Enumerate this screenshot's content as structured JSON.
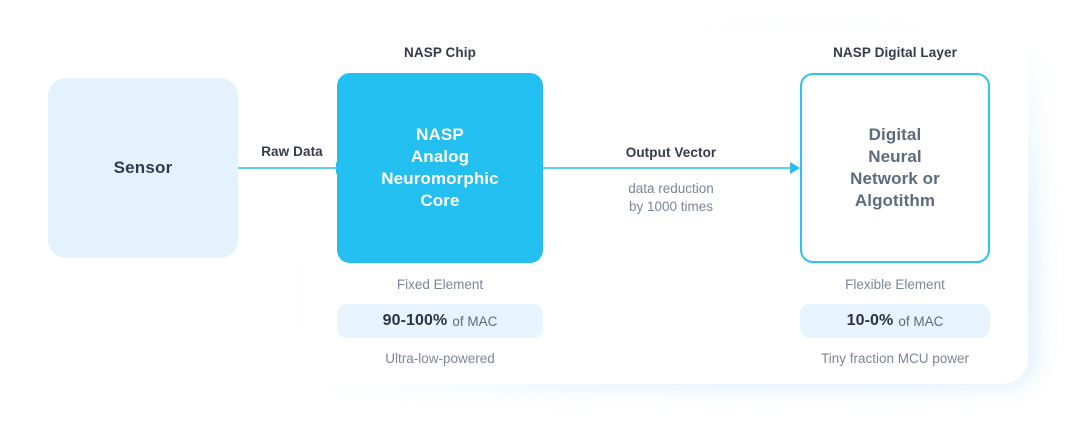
{
  "diagram": {
    "sensor": {
      "label": "Sensor"
    },
    "connectors": {
      "raw_data": {
        "caption": "Raw Data",
        "arrow_icon": "arrow-right-icon"
      },
      "output_vector": {
        "caption": "Output Vector",
        "subcaption": "data reduction\nby 1000 times",
        "subcaption_line1": "data reduction",
        "subcaption_line2": "by 1000 times",
        "arrow_icon": "arrow-right-icon"
      }
    },
    "columns": [
      {
        "title": "NASP Chip",
        "box_text": "NASP\nAnalog\nNeuromorphic\nCore",
        "box_lines": [
          "NASP",
          "Analog",
          "Neuromorphic",
          "Core"
        ],
        "element_caption": "Fixed Element",
        "badge_percent": "90-100%",
        "badge_unit": "of MAC",
        "foot_caption": "Ultra-low-powered"
      },
      {
        "title": "NASP Digital Layer",
        "box_text": "Digital\nNeural\nNetwork or\nAlgotithm",
        "box_lines": [
          "Digital",
          "Neural",
          "Network or",
          "Algotithm"
        ],
        "element_caption": "Flexible Element",
        "badge_percent": "10-0%",
        "badge_unit": "of MAC",
        "foot_caption": "Tiny fraction MCU power"
      }
    ]
  },
  "colors": {
    "cyan": "#22bff0",
    "cyan_border": "#2bc3f2",
    "line": "#5ecff2",
    "sensor_fill": "#e3f2fc",
    "badge_fill": "#e7f3fd",
    "dark_text": "#333a4d",
    "muted_text": "#7b8697",
    "digital_text": "#5d6b7e",
    "panel_bg": "#ffffff"
  }
}
